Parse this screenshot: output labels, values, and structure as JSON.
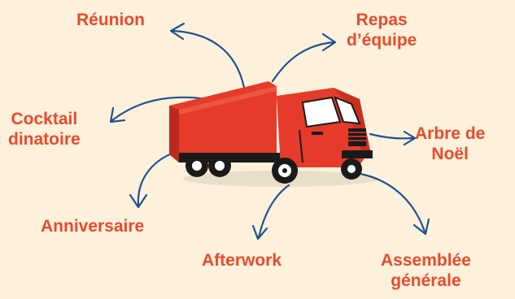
{
  "labels": {
    "reunion": [
      "Réunion"
    ],
    "repas": [
      "Repas",
      "d’équipe"
    ],
    "cocktail": [
      "Cocktail",
      "dinatoire"
    ],
    "arbre": [
      "Arbre de",
      "Noël"
    ],
    "anniversaire": [
      "Anniversaire"
    ],
    "afterwork": [
      "Afterwork"
    ],
    "assemblee": [
      "Assemblée",
      "générale"
    ]
  },
  "colors": {
    "background": "#fdf1dc",
    "label": "#e84a2c",
    "arrow": "#21518f",
    "truck_body": "#e63b2a",
    "truck_dark": "#1a1a1a"
  },
  "icons": {
    "center": "truck-icon"
  }
}
